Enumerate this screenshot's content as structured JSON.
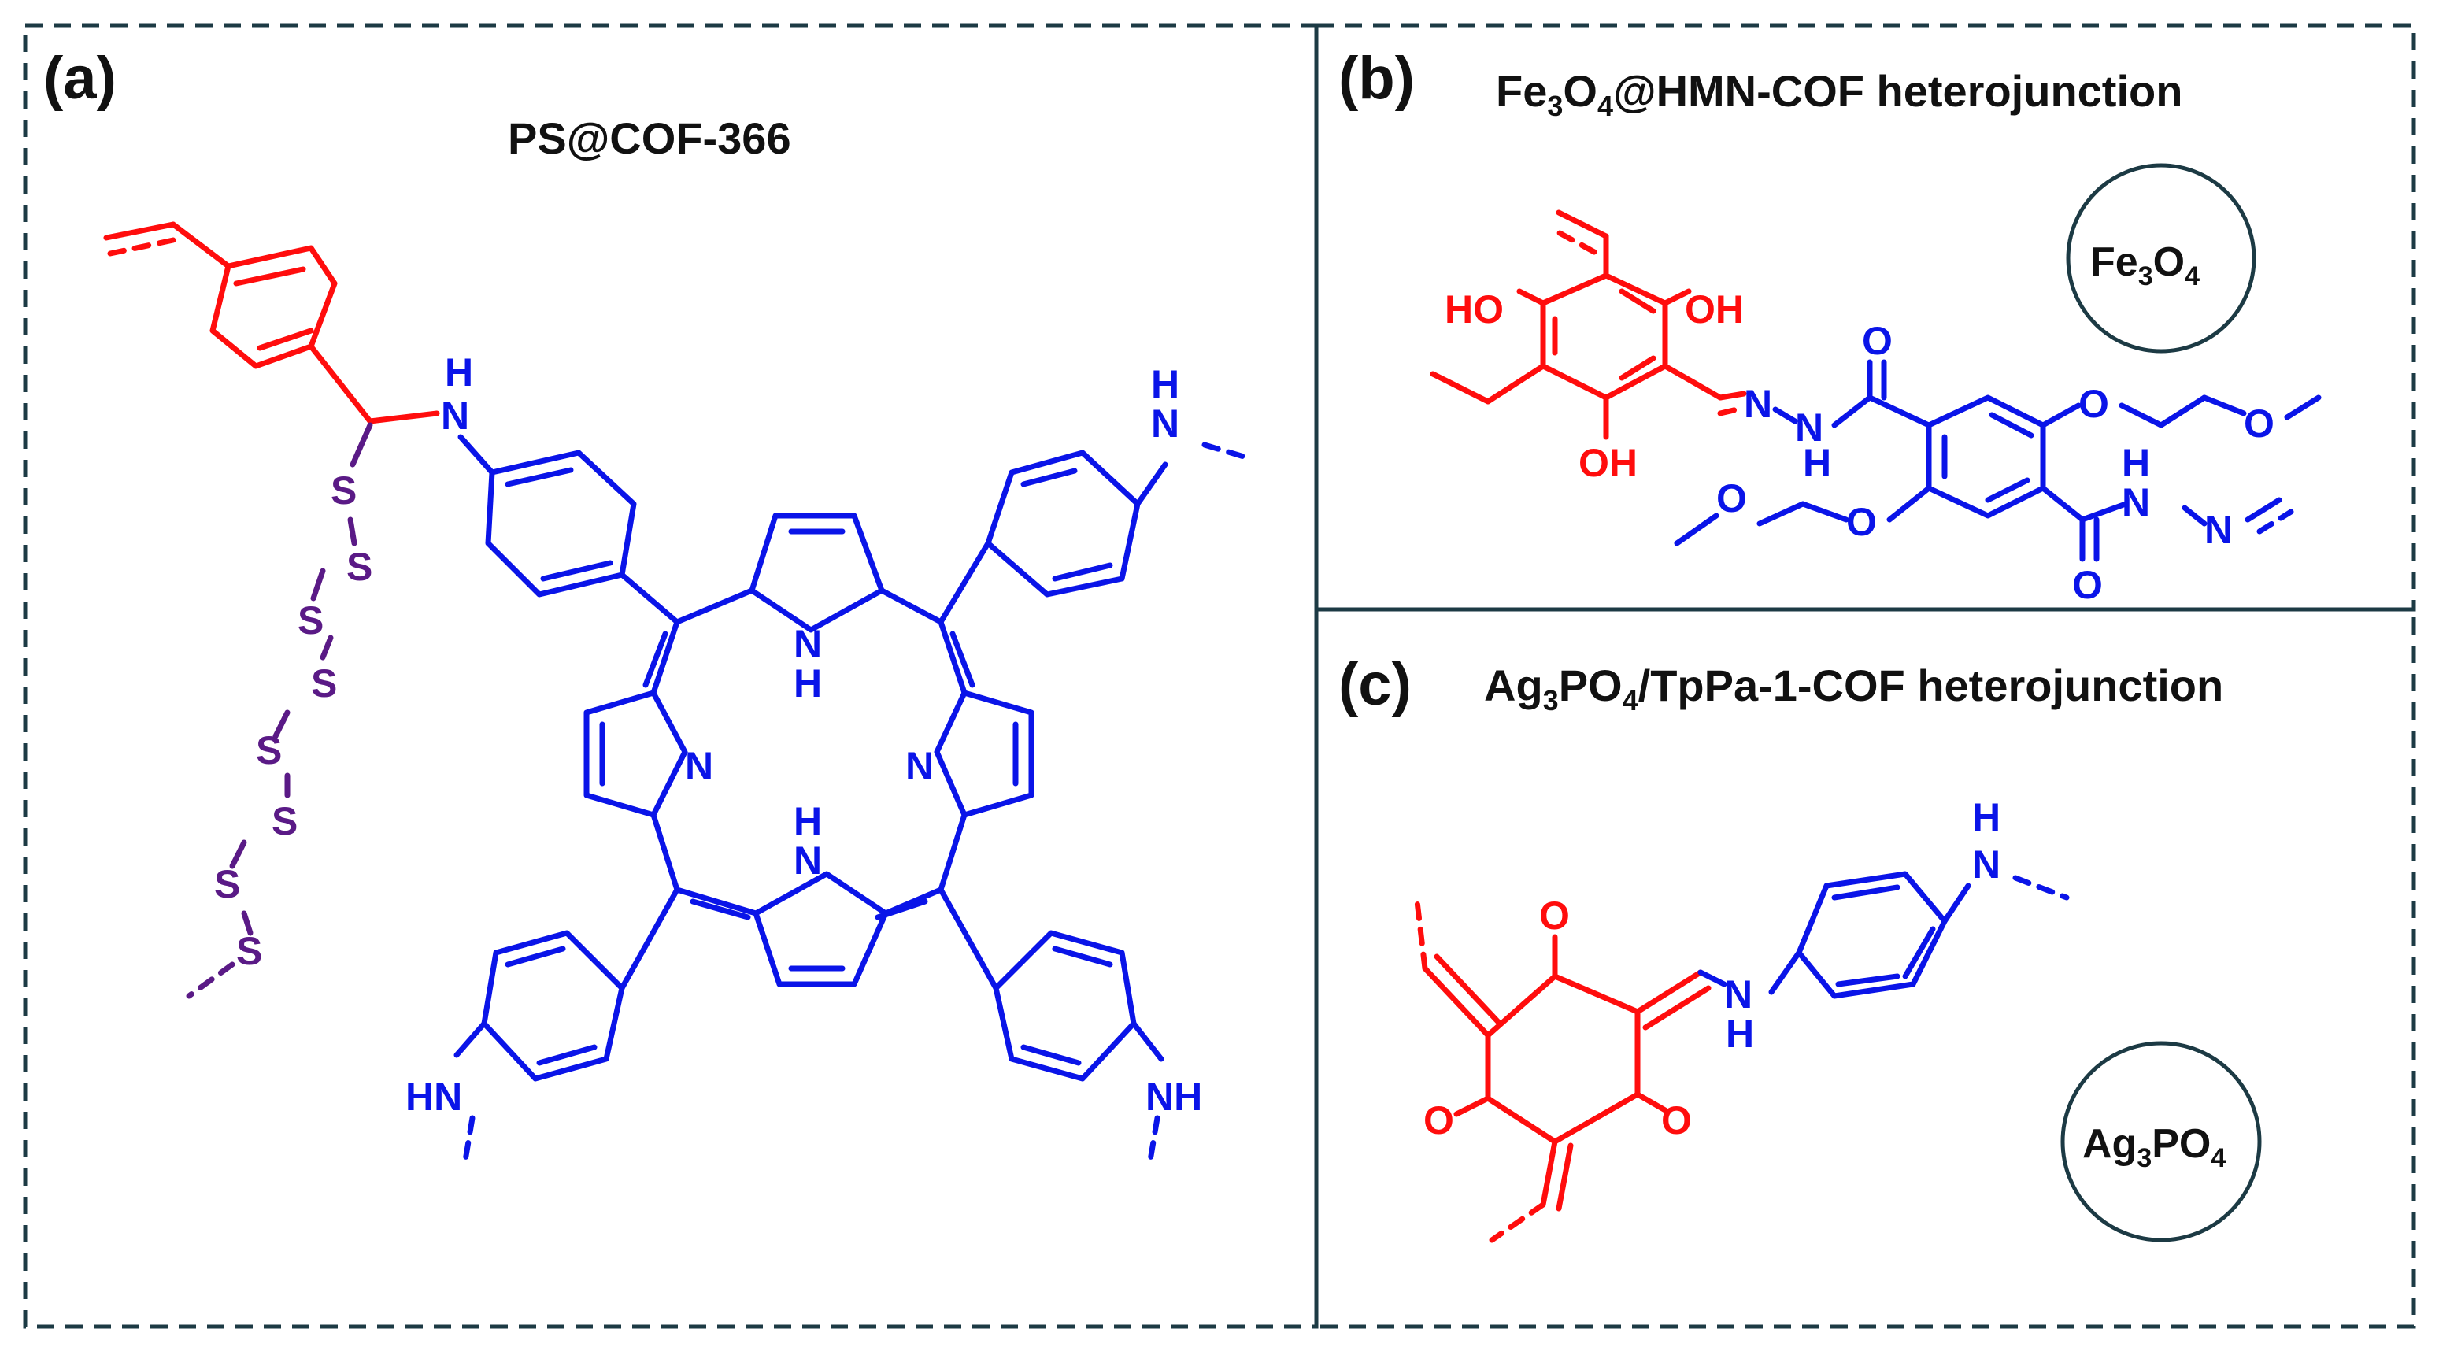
{
  "panels": {
    "a": {
      "label": "(a)",
      "title": "PS@COF-366"
    },
    "b": {
      "label": "(b)",
      "title_parts": [
        "Fe",
        "3",
        "O",
        "4",
        "@HMN-COF heterojunction"
      ]
    },
    "c": {
      "label": "(c)",
      "title_parts": [
        "Ag",
        "3",
        "PO",
        "4",
        "/TpPa-1-COF heterojunction"
      ]
    }
  },
  "particles": {
    "fe3o4": [
      "Fe",
      "3",
      "O",
      "4"
    ],
    "ag3po4": [
      "Ag",
      "3",
      "PO",
      "4"
    ]
  },
  "atoms": {
    "N": "N",
    "H": "H",
    "NH": "NH",
    "HN": "HN",
    "S": "S",
    "O": "O",
    "HO": "HO",
    "OH": "OH"
  },
  "colors": {
    "frame": "#1c3a44",
    "linker_red": "#ff0d0d",
    "cof_blue": "#0a14e8",
    "polysulfide_purple": "#5a1a86",
    "text": "#111111"
  }
}
